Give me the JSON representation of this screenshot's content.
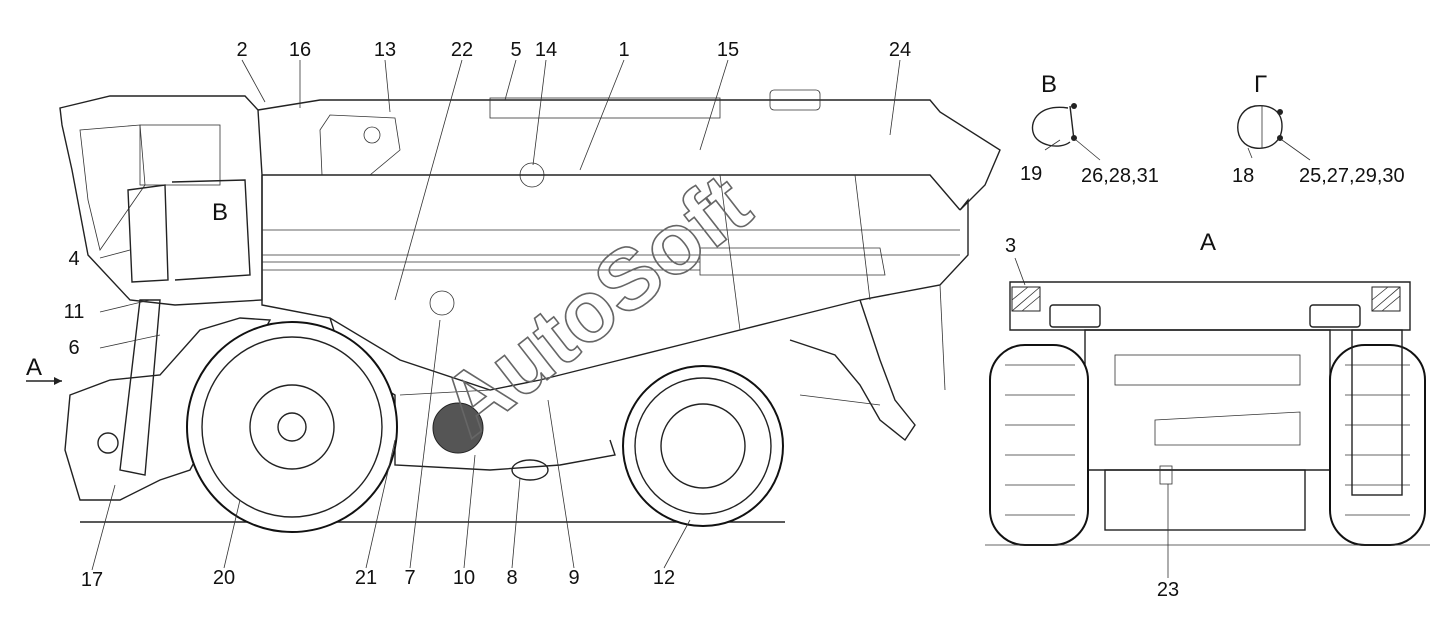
{
  "main_view": {
    "labels_top": [
      "2",
      "16",
      "13",
      "22",
      "5",
      "14",
      "1",
      "15",
      "24"
    ],
    "labels_left": [
      "4",
      "11",
      "6"
    ],
    "labels_bottom": [
      "17",
      "20",
      "21",
      "7",
      "10",
      "8",
      "9",
      "12"
    ],
    "view_marker_B": "В",
    "arrow_A": "А"
  },
  "detail_B": {
    "title": "В",
    "part_label": "19",
    "fastener_labels": "26,28,31"
  },
  "detail_G": {
    "title": "Г",
    "part_label": "18",
    "fastener_labels": "25,27,29,30"
  },
  "rear_view": {
    "title": "А",
    "label_top": "3",
    "label_bottom": "23"
  },
  "watermark": {
    "text": "AutoSoft",
    "color": "#666666"
  }
}
